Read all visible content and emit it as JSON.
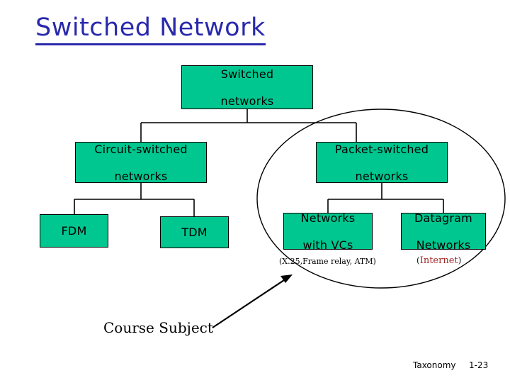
{
  "slide": {
    "title": "Switched Network",
    "title_color": "#2929ad",
    "background_color": "#ffffff",
    "box_fill_color": "#00c78f",
    "box_border_color": "#000000"
  },
  "diagram": {
    "type": "tree-taxonomy",
    "root": {
      "label": "Switched\nnetworks",
      "line1": "Switched",
      "line2": "networks"
    },
    "level2": [
      {
        "label": "Circuit-switched networks",
        "line1": "Circuit-switched",
        "line2": "networks"
      },
      {
        "label": "Packet-switched networks",
        "line1": "Packet-switched",
        "line2": "networks"
      }
    ],
    "level3": [
      {
        "label": "FDM"
      },
      {
        "label": "TDM"
      },
      {
        "label": "Networks with VCs",
        "line1": "Networks",
        "line2": "with VCs",
        "caption": "(X.25,Frame relay, ATM)"
      },
      {
        "label": "Datagram Networks",
        "line1": "Datagram",
        "line2": "Networks",
        "caption_open": "(",
        "caption_word": "Internet",
        "caption_close": ")",
        "caption_word_color": "#a02a2a"
      }
    ],
    "highlight": {
      "shape": "ellipse",
      "encircles": "Packet-switched networks subtree"
    },
    "annotation": {
      "text": "Course Subject",
      "arrow": "points up-right into the ellipse"
    }
  },
  "footer": {
    "label": "Taxonomy",
    "page_number": "1-23"
  }
}
